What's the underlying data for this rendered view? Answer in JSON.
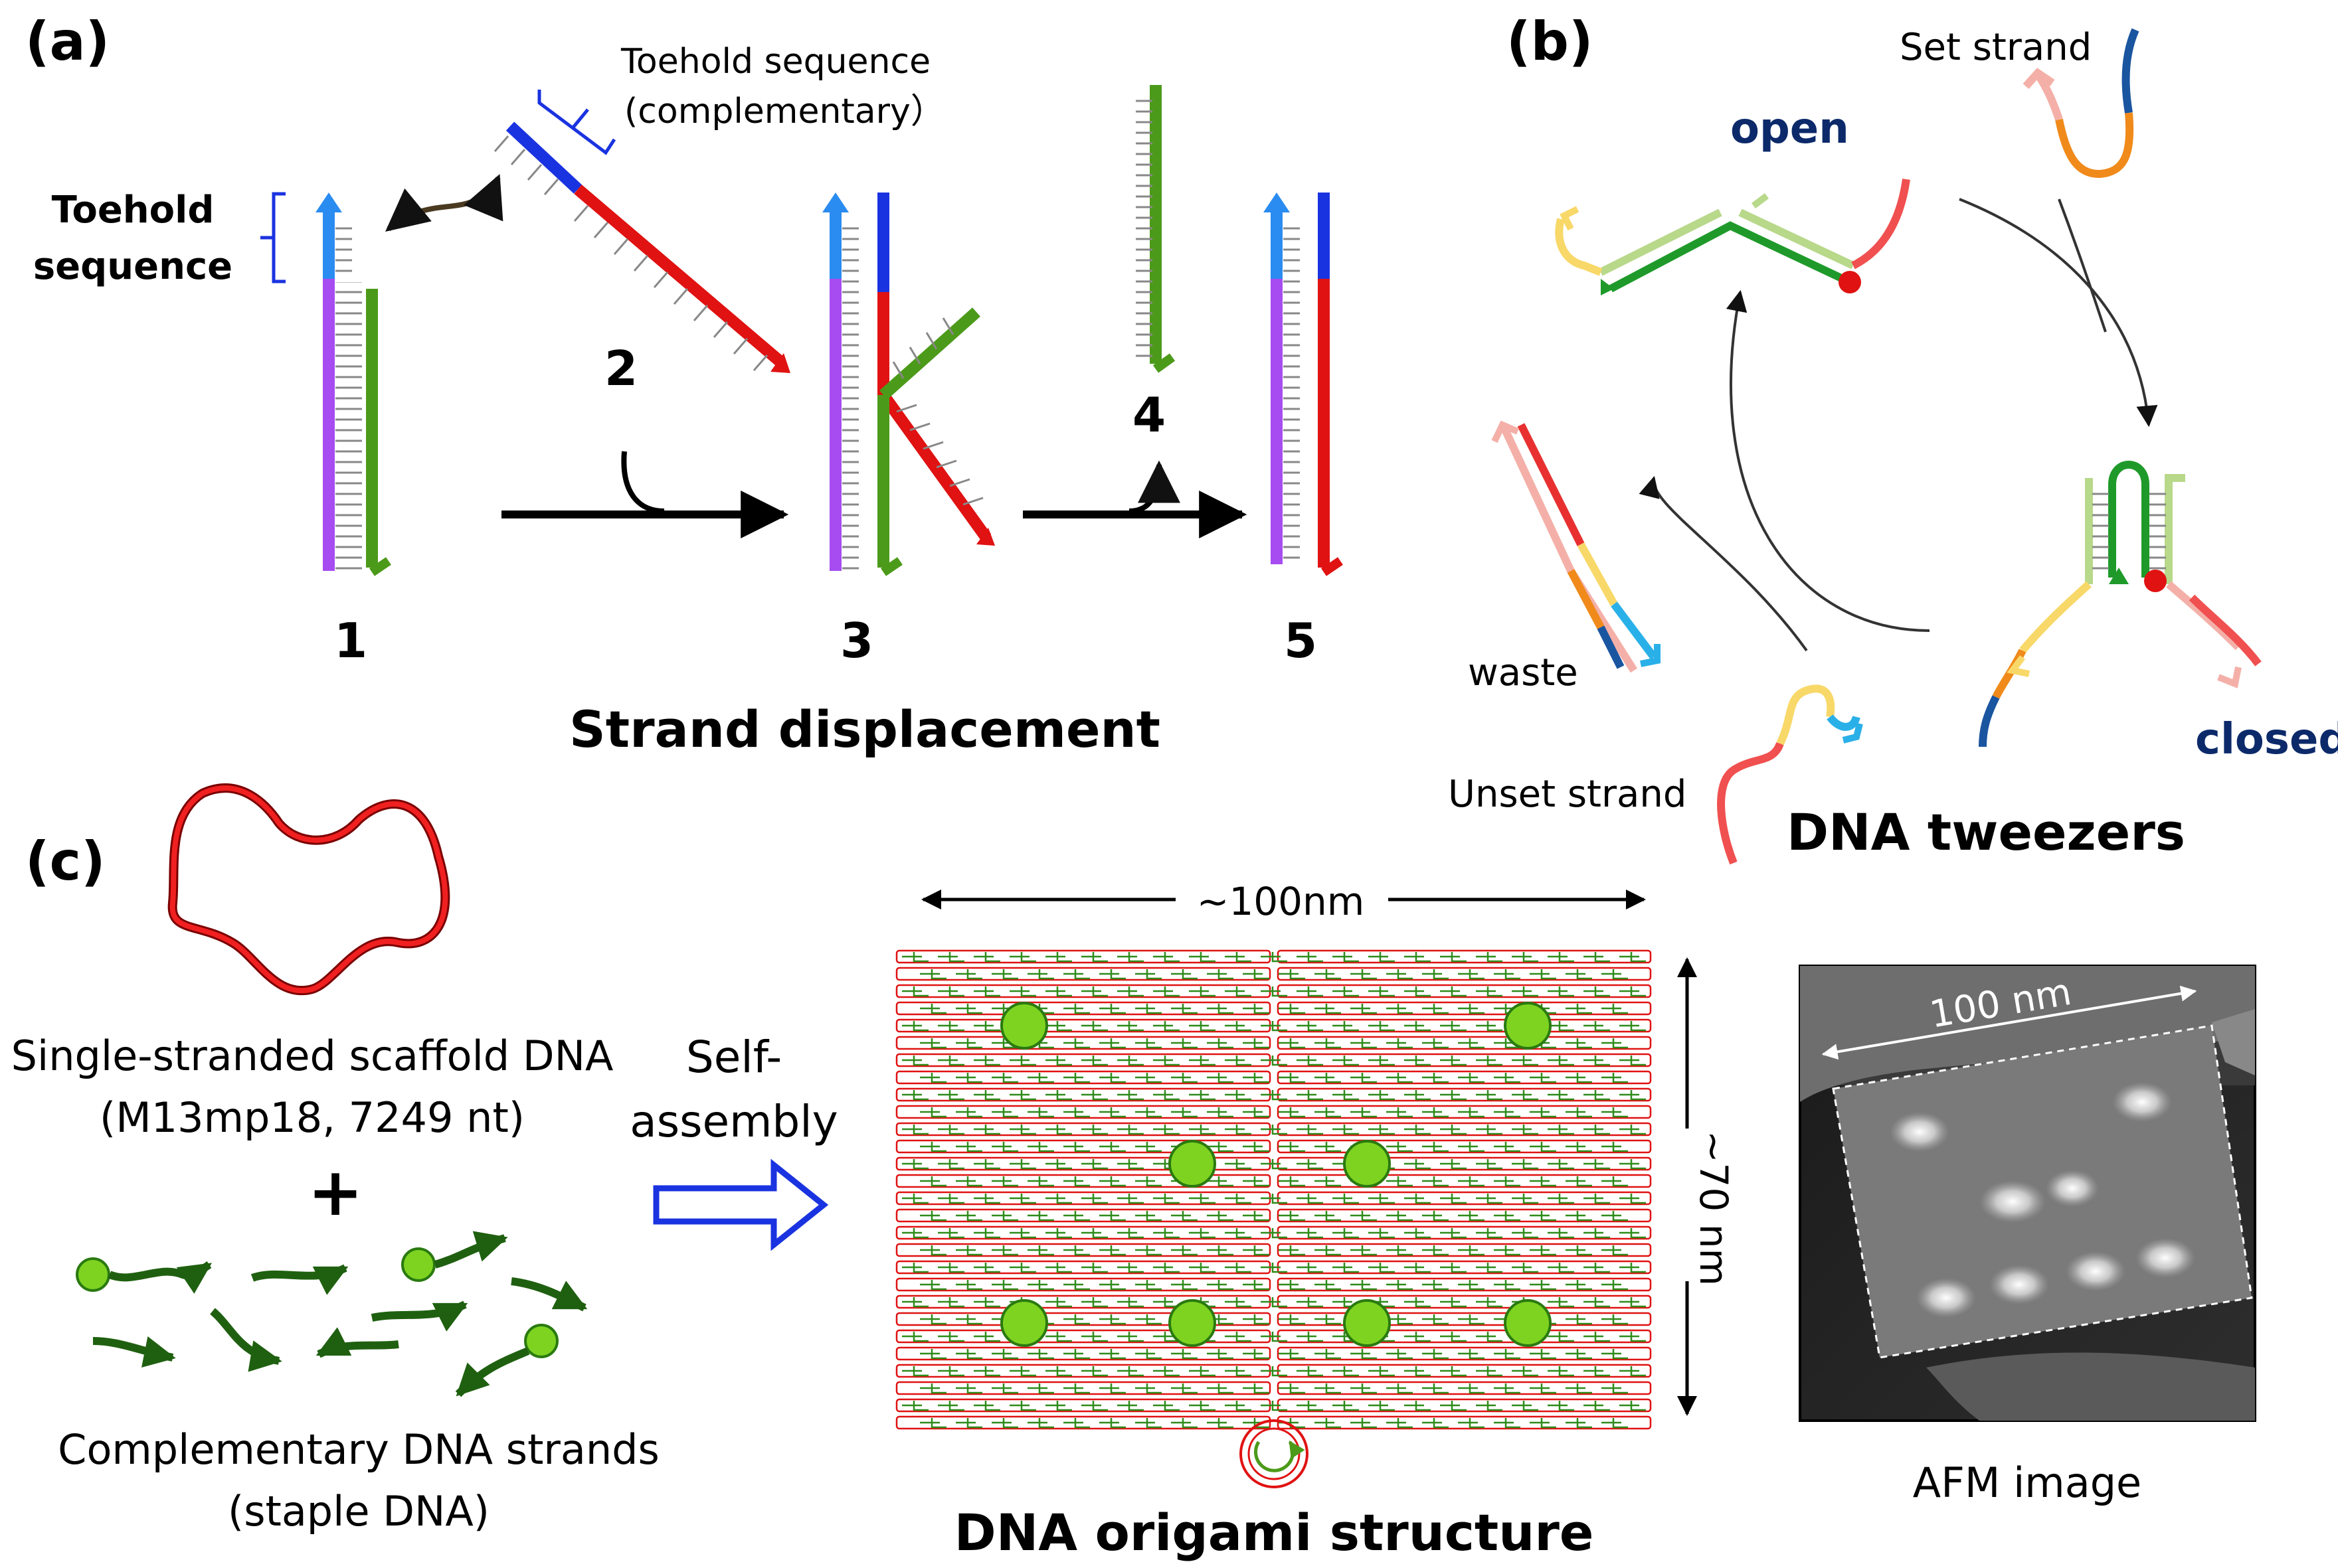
{
  "panels": {
    "a": {
      "letter": "(a)",
      "toehold_label_line1": "Toehold",
      "toehold_label_line2": "sequence",
      "toehold_comp_line1": "Toehold sequence",
      "toehold_comp_line2": "(complementary）",
      "step1": "1",
      "step2": "2",
      "step3": "3",
      "step4": "4",
      "step5": "5",
      "title": "Strand displacement"
    },
    "b": {
      "letter": "(b)",
      "set_strand": "Set strand",
      "open": "open",
      "closed": "closed",
      "waste": "waste",
      "unset_strand": "Unset strand",
      "title": "DNA tweezers"
    },
    "c": {
      "letter": "(c)",
      "scaffold_line1": "Single-stranded scaffold DNA",
      "scaffold_line2": "(M13mp18, 7249 nt)",
      "plus": "+",
      "staple_line1": "Complementary DNA strands",
      "staple_line2": "(staple DNA)",
      "self_line1": "Self-",
      "self_line2": "assembly",
      "width_label": "~100nm",
      "height_label": "~70 nm",
      "origami_title": "DNA origami structure",
      "afm_scale": "100 nm",
      "afm_caption": "AFM image"
    }
  },
  "colors": {
    "blue": "#1a33e0",
    "light_blue": "#2a8cf0",
    "purple": "#a64cf0",
    "green": "#4c9a1a",
    "red": "#e01212",
    "dark_green": "#1f6010",
    "dot_green": "#7ed321",
    "navy": "#0c2a6a",
    "tick": "#888888"
  }
}
